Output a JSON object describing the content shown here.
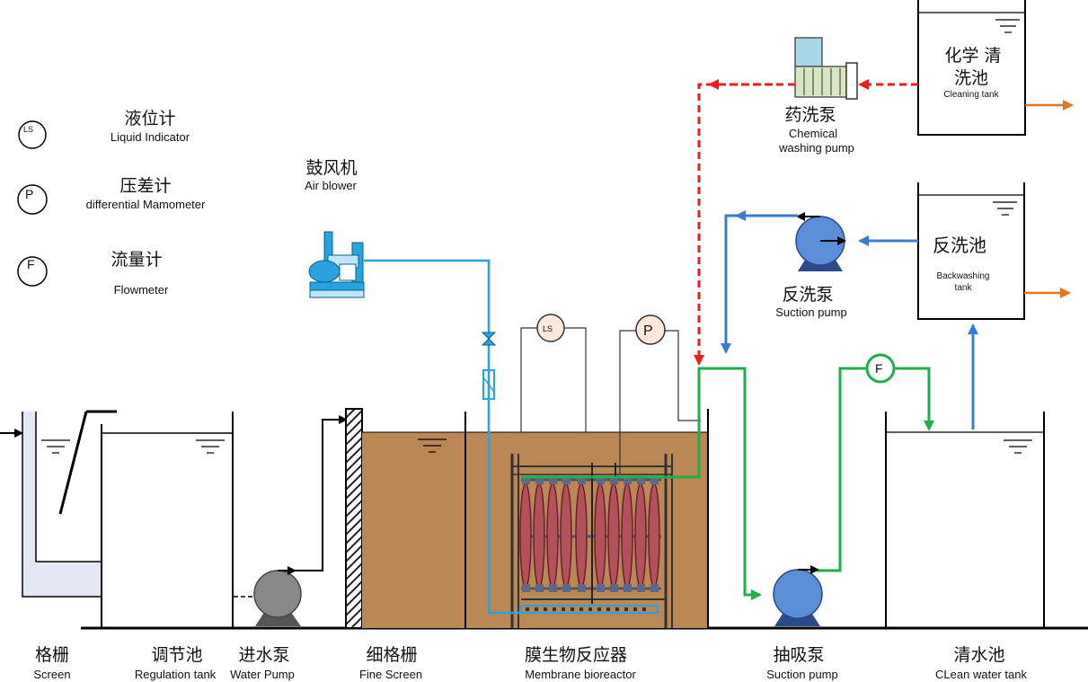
{
  "legend": {
    "ls": {
      "symbol": "LS",
      "cn": "液位计",
      "en": "Liquid Indicator"
    },
    "p": {
      "symbol": "P",
      "cn": "压差计",
      "en": "differential Mamometer"
    },
    "f": {
      "symbol": "F",
      "cn": "流量计",
      "en": "Flowmeter"
    }
  },
  "blower": {
    "cn": "鼓风机",
    "en": "Air blower"
  },
  "chem_pump": {
    "cn": "药洗泵",
    "en1": "Chemical",
    "en2": "washing pump"
  },
  "cleaning_tank": {
    "cn1": "化学 清",
    "cn2": "洗池",
    "en": "Cleaning tank"
  },
  "backwash_tank": {
    "cn": "反洗池",
    "en1": "Backwashing",
    "en2": "tank"
  },
  "backwash_pump": {
    "cn": "反洗泵",
    "en": "Suction pump"
  },
  "instruments": {
    "ls": "LS",
    "p": "P",
    "f": "F"
  },
  "bottom_labels": [
    {
      "cn": "格栅",
      "en": "Screen"
    },
    {
      "cn": "调节池",
      "en": "Regulation tank"
    },
    {
      "cn": "进水泵",
      "en": "Water Pump"
    },
    {
      "cn": "细格栅",
      "en": "Fine Screen"
    },
    {
      "cn": "膜生物反应器",
      "en": "Membrane bioreactor"
    },
    {
      "cn": "抽吸泵",
      "en": "Suction pump"
    },
    {
      "cn": "清水池",
      "en": "CLean water tank"
    }
  ],
  "colors": {
    "air_line": "#29a3e0",
    "chemical_line": "#ee1c1c",
    "backwash_line": "#3a7bd5",
    "permeate_line": "#1fae4b",
    "outlet_arrow": "#e0761d",
    "mbr_liquid": "#b98855",
    "pump_gray": "#888888",
    "pump_blue": "#5b8ed8"
  }
}
